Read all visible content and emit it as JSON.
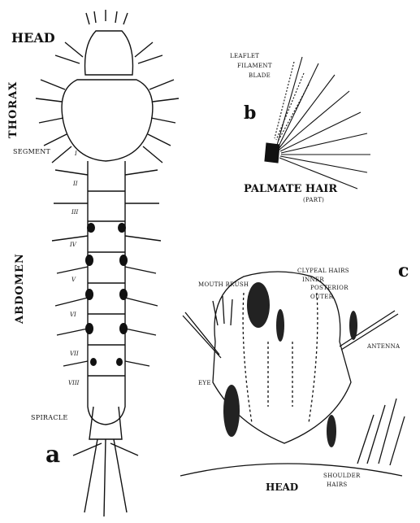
{
  "figure": {
    "panel_a": {
      "letter": "a",
      "labels": {
        "head": "HEAD",
        "thorax": "THORAX",
        "abdomen": "ABDOMEN",
        "segment": "SEGMENT",
        "spiracle": "SPIRACLE"
      },
      "segments": [
        "I",
        "II",
        "III",
        "IV",
        "V",
        "VI",
        "VII",
        "VIII"
      ]
    },
    "panel_b": {
      "letter": "b",
      "title": "PALMATE HAIR",
      "subtitle": "(PART)",
      "parts": [
        "LEAFLET",
        "FILAMENT",
        "BLADE"
      ]
    },
    "panel_c": {
      "letter": "c",
      "title": "HEAD",
      "labels": {
        "mouth_brush": "MOUTH BRUSH",
        "clypeal_hairs": "CLYPEAL HAIRS",
        "inner": "INNER",
        "posterior": "POSTERIOR",
        "outer": "OUTER",
        "antenna": "ANTENNA",
        "eye": "EYE",
        "shoulder_hairs_1": "SHOULDER",
        "shoulder_hairs_2": "HAIRS"
      }
    }
  }
}
